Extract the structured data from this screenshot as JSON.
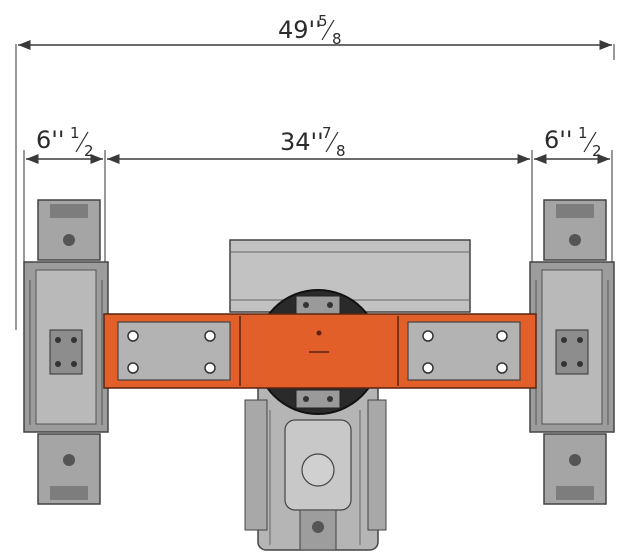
{
  "dimensions": {
    "overall_width": {
      "whole": "49''",
      "num": "5",
      "den": "8"
    },
    "left_track_width": {
      "whole": "6''",
      "num": "1",
      "den": "2"
    },
    "track_gauge": {
      "whole": "34''",
      "num": "7",
      "den": "8"
    },
    "right_track_width": {
      "whole": "6''",
      "num": "1",
      "den": "2"
    }
  },
  "colors": {
    "frame_orange": "#e35f2a",
    "machine_gray": "#b9b9b9",
    "dark_gray": "#5a5a5a",
    "line": "#3a3a3a"
  }
}
